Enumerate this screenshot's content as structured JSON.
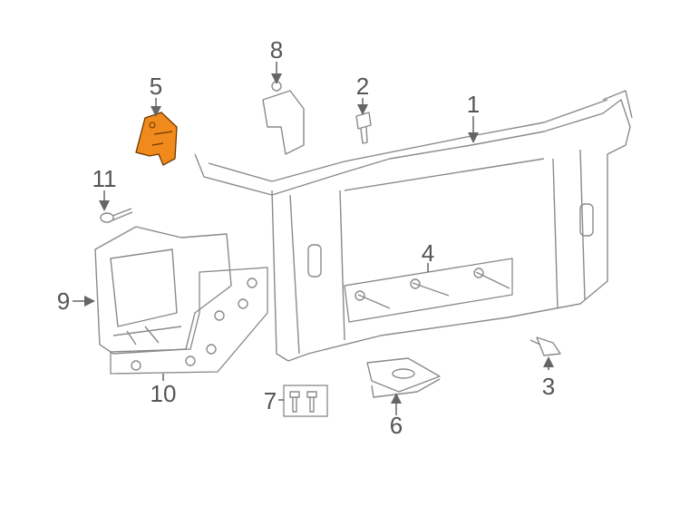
{
  "diagram": {
    "callouts": [
      {
        "id": "1",
        "label": "1"
      },
      {
        "id": "2",
        "label": "2"
      },
      {
        "id": "3",
        "label": "3"
      },
      {
        "id": "4",
        "label": "4"
      },
      {
        "id": "5",
        "label": "5"
      },
      {
        "id": "6",
        "label": "6"
      },
      {
        "id": "7",
        "label": "7"
      },
      {
        "id": "8",
        "label": "8"
      },
      {
        "id": "9",
        "label": "9"
      },
      {
        "id": "10",
        "label": "10"
      },
      {
        "id": "11",
        "label": "11"
      }
    ],
    "highlight_color": "#f08a1c"
  }
}
